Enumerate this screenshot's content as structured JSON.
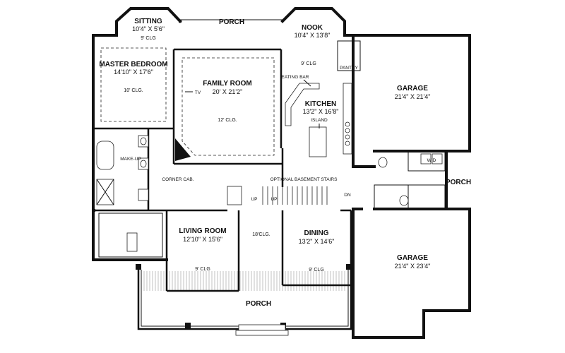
{
  "rooms": {
    "sitting": {
      "name": "SITTING",
      "dims": "10'4\" X 5'6\"",
      "ceiling": "9' CLG"
    },
    "porch_top": {
      "name": "PORCH"
    },
    "nook": {
      "name": "NOOK",
      "dims": "10'4\" X 13'8\"",
      "ceiling": "9' CLG"
    },
    "master": {
      "name": "MASTER BEDROOM",
      "dims": "14'10\" X 17'6\"",
      "ceiling": "10' CLG."
    },
    "family": {
      "name": "FAMILY ROOM",
      "dims": "20' X 21'2\"",
      "ceiling": "12' CLG."
    },
    "kitchen": {
      "name": "KITCHEN",
      "dims": "13'2\" X 16'8\""
    },
    "garage_top": {
      "name": "GARAGE",
      "dims": "21'4\" X 21'4\""
    },
    "living": {
      "name": "LIVING ROOM",
      "dims": "12'10\" X 15'6\"",
      "ceiling": "9' CLG"
    },
    "dining": {
      "name": "DINING",
      "dims": "13'2\" X 14'6\"",
      "ceiling": "9' CLG"
    },
    "garage_bottom": {
      "name": "GARAGE",
      "dims": "21'4\" X 23'4\""
    },
    "porch_bottom": {
      "name": "PORCH"
    },
    "porch_right": {
      "name": "PORCH"
    },
    "pantry": {
      "name": "PANTRY"
    }
  },
  "notes": {
    "eating_bar": "EATING BAR",
    "island": "ISLAND",
    "tv": "TV",
    "make_up": "MAKE-UP",
    "corner_cab": "CORNER CAB.",
    "basement_stairs": "OPTIONAL BASEMENT STAIRS",
    "up_left": "UP",
    "up_right": "UP",
    "dn": "DN",
    "hall_ceiling": "18'CLG.",
    "wd": "W D"
  }
}
